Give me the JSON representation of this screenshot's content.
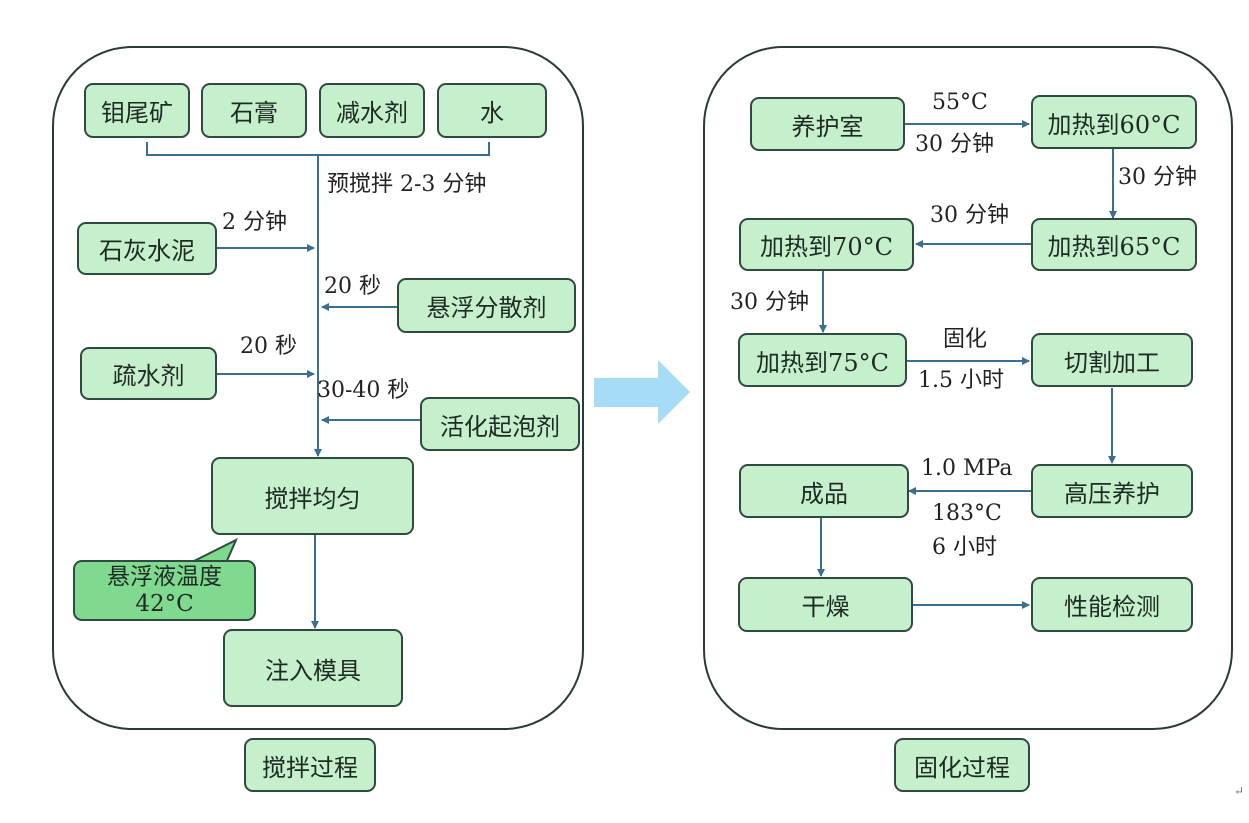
{
  "mixing": {
    "caption": "搅拌过程",
    "inputs": [
      "钼尾矿",
      "石膏",
      "减水剂",
      "水"
    ],
    "premix_label": "预搅拌 2-3 分钟",
    "steps": [
      {
        "name": "石灰水泥",
        "time": "2 分钟"
      },
      {
        "name": "悬浮分散剂",
        "time": "20 秒"
      },
      {
        "name": "疏水剂",
        "time": "20 秒"
      },
      {
        "name": "活化起泡剂",
        "time": "30-40 秒"
      }
    ],
    "stir": "搅拌均匀",
    "callout": {
      "line1": "悬浮液温度",
      "line2": "42°C"
    },
    "mold": "注入模具"
  },
  "curing": {
    "caption": "固化过程",
    "nodes": {
      "room": "养护室",
      "h60": "加热到60°C",
      "h65": "加热到65°C",
      "h70": "加热到70°C",
      "h75": "加热到75°C",
      "cut": "切割加工",
      "autoclave": "高压养护",
      "product": "成品",
      "dry": "干燥",
      "test": "性能检测"
    },
    "edges": {
      "room_h60_top": "55°C",
      "room_h60_bottom": "30 分钟",
      "h60_h65": "30 分钟",
      "h65_h70": "30 分钟",
      "h70_h75": "30 分钟",
      "h75_cut_top": "固化",
      "h75_cut_bottom": "1.5 小时",
      "auto_prod_1": "1.0 MPa",
      "auto_prod_2": "183°C",
      "auto_prod_3": "6 小时"
    }
  },
  "return_mark": "↵",
  "colors": {
    "node_fill": "#c6f0cc",
    "callout_fill": "#7fd98e",
    "line": "#3a6f8f",
    "big_arrow": "#a6dcf6"
  }
}
